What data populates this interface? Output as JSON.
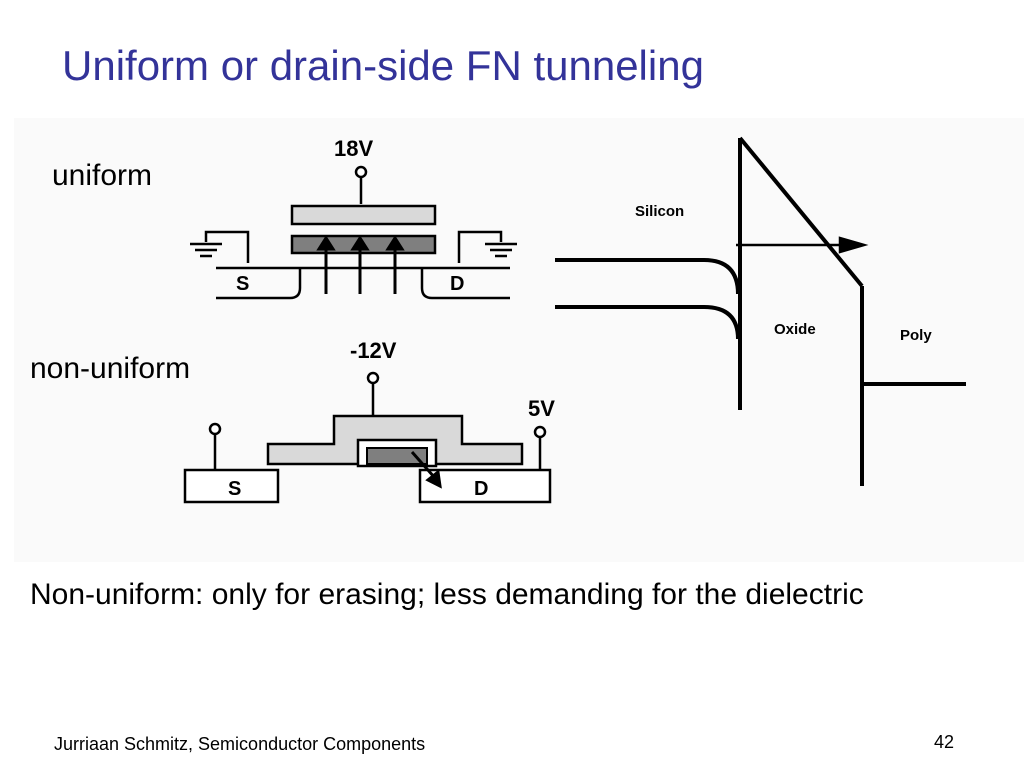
{
  "slide": {
    "title": "Uniform or drain-side FN tunneling",
    "caption": "Non-uniform: only for erasing; less demanding for the dielectric",
    "footer": "Jurriaan Schmitz, Semiconductor Components",
    "slide_number": "42"
  },
  "diagram": {
    "uniform": {
      "label": "uniform",
      "gate_voltage": "18V",
      "source_label": "S",
      "drain_label": "D"
    },
    "non_uniform": {
      "label": "non-uniform",
      "gate_voltage": "-12V",
      "drain_voltage": "5V",
      "source_label": "S",
      "drain_label": "D"
    },
    "band_diagram": {
      "silicon_label": "Silicon",
      "oxide_label": "Oxide",
      "poly_label": "Poly"
    },
    "colors": {
      "control_gate": "#d9d9d9",
      "floating_gate": "#7f7f7f",
      "figure_background": "#fafafa",
      "lines": "#000000"
    }
  }
}
